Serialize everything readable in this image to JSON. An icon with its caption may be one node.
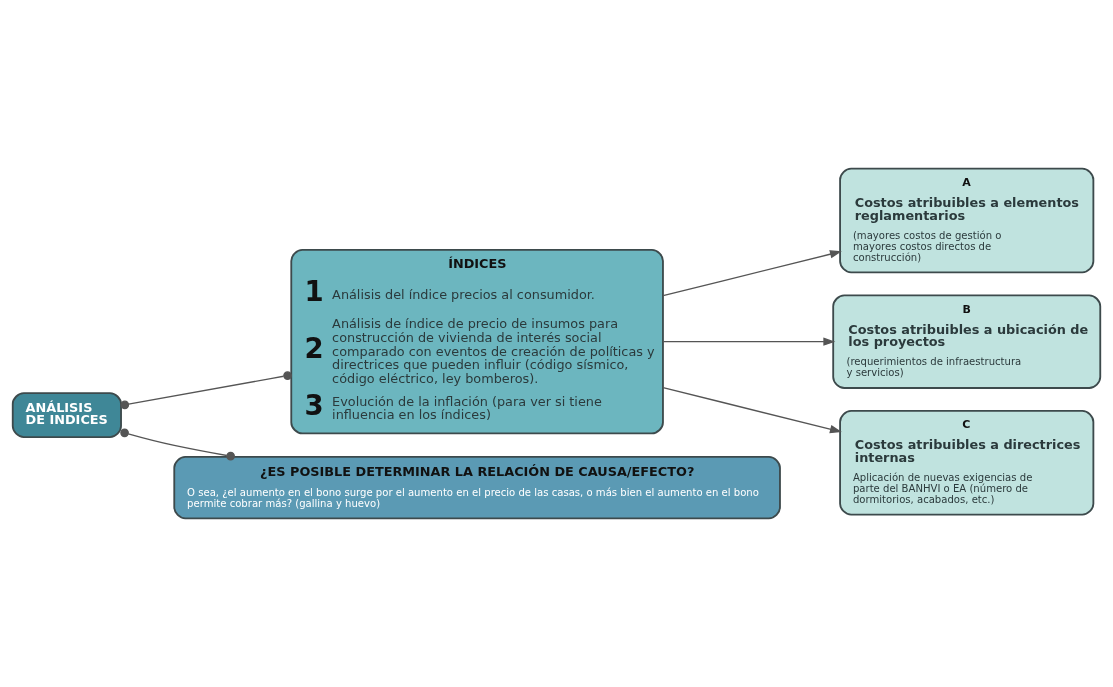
{
  "diagram": {
    "nodes": [
      {
        "text": [
          "ANÁLISIS DE INDICES"
        ]
      },
      {
        "text": [
          "ÍNDICES",
          "1",
          "Análisis del índice precios al consumidor.",
          "2",
          "Análisis de índice de precio de insumos para construcción de vivienda de interés social comparado con eventos de creación de políticas y directrices que pueden influir (código sísmico, código eléctrico, ley bomberos).",
          "3",
          "Evolución de la inflación (para ver si tiene influencia en los índices)"
        ]
      },
      {
        "text": [
          "A",
          "Costos atribuibles a elementos reglamentarios",
          "(mayores costos de gestión o mayores costos directos de construcción)"
        ]
      },
      {
        "text": [
          "B",
          "Costos atribuibles a ubicación de los proyectos",
          "(requerimientos de infraestructura y servicios)"
        ]
      },
      {
        "text": [
          "C",
          "Costos atribuibles a directrices internas",
          "Aplicación de nuevas exigencias de parte del BANHVI o EA (número de dormitorios, acabados, etc.)"
        ]
      },
      {
        "text": [
          "¿ES POSIBLE DETERMINAR LA RELACIÓN DE CAUSA/EFECTO?",
          "O sea, ¿el aumento en el bono surge por el aumento en el precio de las casas, o más bien el aumento en el bono permite cobrar más? (gallina y huevo)"
        ]
      }
    ],
    "edges": [
      {
        "from": 0,
        "to": 1,
        "arrow": "other"
      },
      {
        "from": 1,
        "to": 2,
        "arrow": "to"
      },
      {
        "from": 1,
        "to": 3,
        "arrow": "to"
      },
      {
        "from": 1,
        "to": 4,
        "arrow": "to"
      },
      {
        "from": 0,
        "to": 5,
        "arrow": "other"
      }
    ]
  }
}
